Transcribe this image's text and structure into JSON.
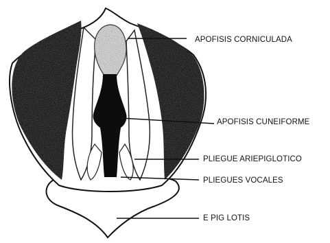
{
  "labels": {
    "corniculate": "APOFISIS CORNICULADA",
    "cuneiform": "APOFISIS CUNEIFORME",
    "aryepiglottic": "PLIEGUE  ARIEPIGLOTICO",
    "vocal_folds": "PLIEGUES VOCALES",
    "epiglottis": "E PIG LOTIS"
  }
}
